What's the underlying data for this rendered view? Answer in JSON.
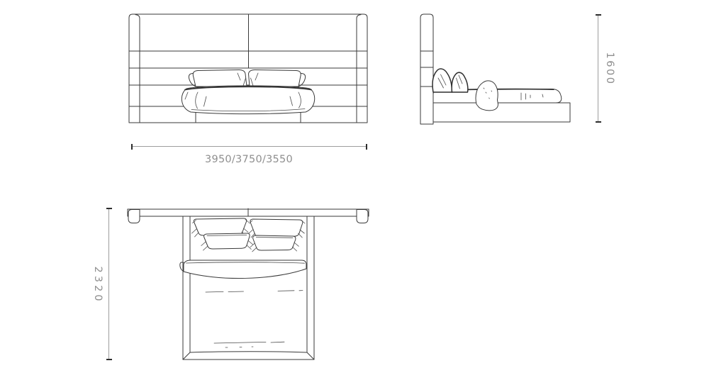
{
  "page": {
    "background": "#ffffff"
  },
  "colors": {
    "sketch_line": "#3a3a3a",
    "dimension_line": "#9e9e9e",
    "dimension_tick": "#2d2d2d",
    "dimension_text": "#8f8f8f"
  },
  "dimensions": {
    "width": {
      "label": "3950/3750/3550",
      "orientation": "horizontal"
    },
    "height": {
      "label": "1600",
      "orientation": "vertical"
    },
    "depth": {
      "label": "2320",
      "orientation": "vertical"
    }
  }
}
